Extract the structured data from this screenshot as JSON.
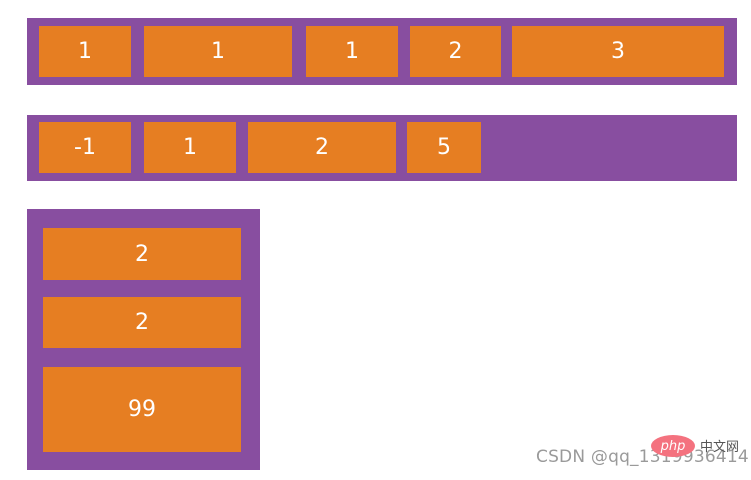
{
  "colors": {
    "container": "#884ea0",
    "item": "#e67e22",
    "item_text": "#ffffff"
  },
  "row1": {
    "items": [
      {
        "label": "1"
      },
      {
        "label": "1"
      },
      {
        "label": "1"
      },
      {
        "label": "2"
      },
      {
        "label": "3"
      }
    ]
  },
  "row2": {
    "items": [
      {
        "label": "-1"
      },
      {
        "label": "1"
      },
      {
        "label": "2"
      },
      {
        "label": "5"
      }
    ]
  },
  "column": {
    "items": [
      {
        "label": "2"
      },
      {
        "label": "2"
      },
      {
        "label": "99"
      }
    ]
  },
  "watermark": {
    "text": "CSDN @qq_1319936414",
    "logo_text": "php",
    "logo_cn": "中文网"
  }
}
